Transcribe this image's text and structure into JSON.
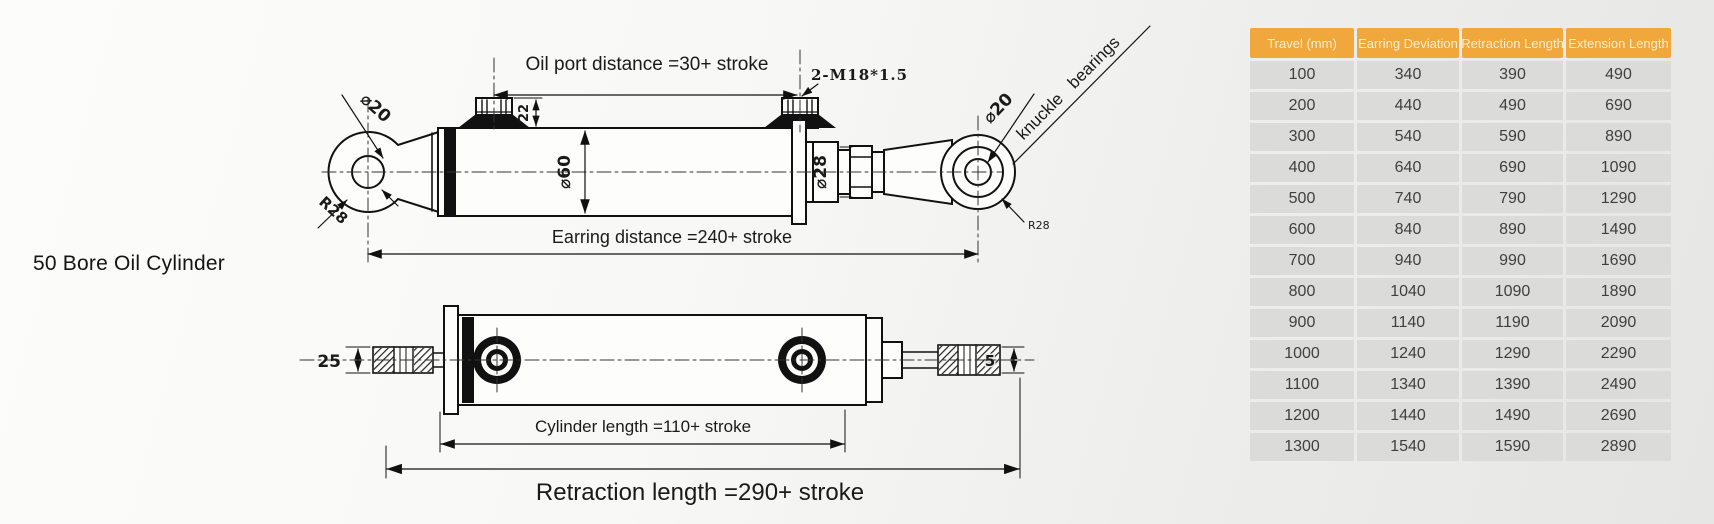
{
  "title": "50 Bore Oil Cylinder",
  "diagram": {
    "top_view": {
      "oil_port_distance_label": "Oil port distance =30+ stroke",
      "thread_label": "2-M18*1.5",
      "port_height_label": "22",
      "left_eye_bore_label": "⌀20",
      "left_eye_radius_label": "R28",
      "bore_label": "⌀60",
      "rod_diameter_label": "⌀28",
      "right_eye_bore_label": "⌀20",
      "right_eye_radius_label": "R28",
      "knuckle_bearings_label": "knuckle bearings",
      "earring_distance_label": "Earring distance =240+ stroke"
    },
    "bottom_view": {
      "left_eye_width_label": "25",
      "right_eye_width_label": "5",
      "cylinder_length_label": "Cylinder length =110+ stroke",
      "retraction_length_label": "Retraction length =290+ stroke"
    }
  },
  "table": {
    "headers": [
      "Travel (mm)",
      "Earring Deviation",
      "Retraction Length",
      "Extension Length"
    ],
    "rows": [
      [
        100,
        340,
        390,
        490
      ],
      [
        200,
        440,
        490,
        690
      ],
      [
        300,
        540,
        590,
        890
      ],
      [
        400,
        640,
        690,
        1090
      ],
      [
        500,
        740,
        790,
        1290
      ],
      [
        600,
        840,
        890,
        1490
      ],
      [
        700,
        940,
        990,
        1690
      ],
      [
        800,
        1040,
        1090,
        1890
      ],
      [
        900,
        1140,
        1190,
        2090
      ],
      [
        1000,
        1240,
        1290,
        2290
      ],
      [
        1100,
        1340,
        1390,
        2490
      ],
      [
        1200,
        1440,
        1490,
        2690
      ],
      [
        1300,
        1540,
        1590,
        2890
      ]
    ]
  },
  "colors": {
    "c-bg": "#f2f2f0",
    "c-ink": "#1a1a1a",
    "c-header-bg": "#f0a73c",
    "c-header-text": "#fbeecb",
    "c-row-bg": "#dbdbda",
    "c-row-text": "#3f3f3f"
  }
}
